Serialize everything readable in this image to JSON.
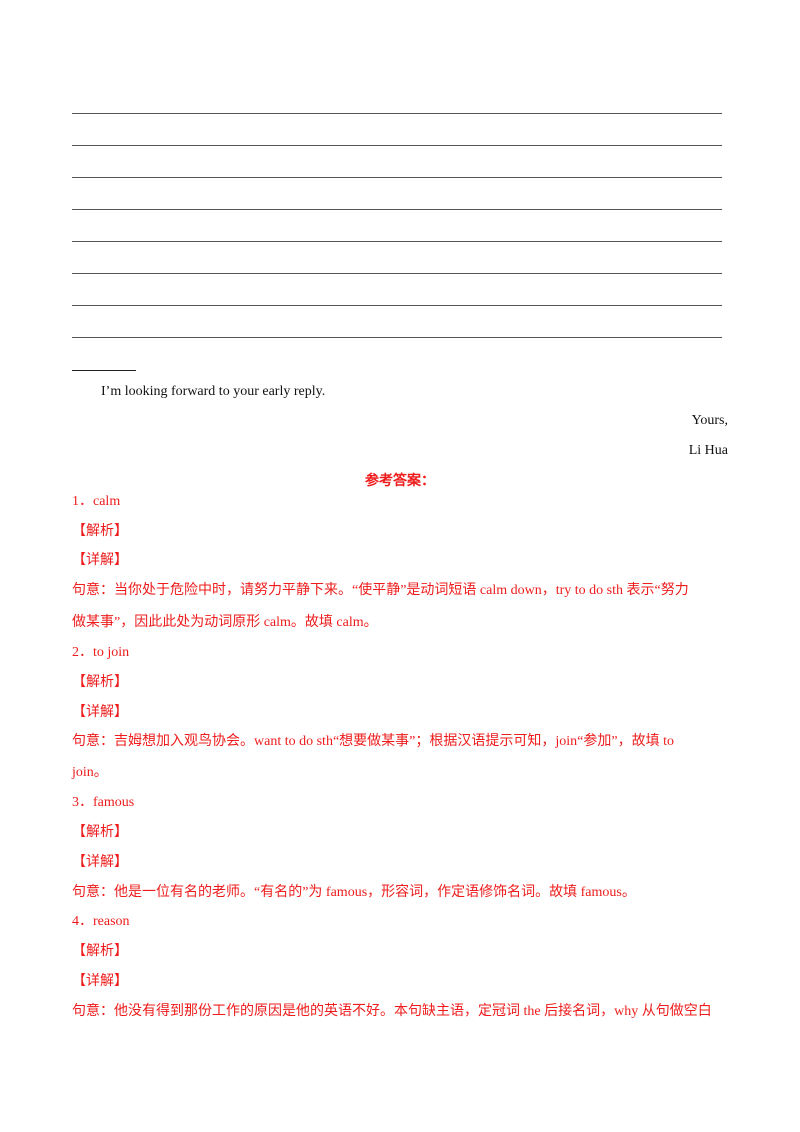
{
  "letter": {
    "closing_line": "I’m looking forward to your early reply.",
    "signoff": "Yours,",
    "signature": "Li Hua"
  },
  "answers_heading": "参考答案：",
  "answers": [
    {
      "label": "1．calm",
      "analysis": "【解析】",
      "detail": "【详解】",
      "explanation": [
        "句意：当你处于危险中时，请努力平静下来。“使平静”是动词短语 calm down，try to do sth 表示“努力",
        "做某事”，因此此处为动词原形 calm。故填 calm。"
      ]
    },
    {
      "label": "2．to join",
      "analysis": "【解析】",
      "detail": "【详解】",
      "explanation": [
        "句意：吉姆想加入观鸟协会。want to do sth“想要做某事”；根据汉语提示可知，join“参加”，故填 to",
        "join。"
      ]
    },
    {
      "label": "3．famous",
      "analysis": "【解析】",
      "detail": "【详解】",
      "explanation": [
        "句意：他是一位有名的老师。“有名的”为 famous，形容词，作定语修饰名词。故填 famous。"
      ]
    },
    {
      "label": "4．reason",
      "analysis": "【解析】",
      "detail": "【详解】",
      "explanation": [
        "句意：他没有得到那份工作的原因是他的英语不好。本句缺主语，定冠词 the 后接名词，why 从句做空白"
      ]
    }
  ]
}
